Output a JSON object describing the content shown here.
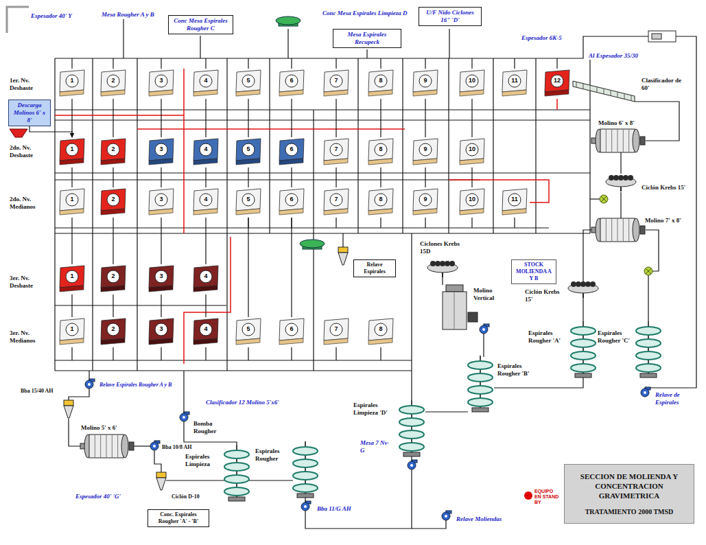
{
  "diagram": {
    "nodes": [
      {
        "text": [
          "Conc Mesa Espirales Rougher C"
        ]
      },
      {
        "text": [
          "Mesa Espirales Recupeck"
        ]
      },
      {
        "text": [
          "U/F Nido Ciclones 16\" 'D'"
        ]
      },
      {
        "text": [
          "1"
        ]
      },
      {
        "text": [
          "2"
        ]
      },
      {
        "text": [
          "3"
        ]
      },
      {
        "text": [
          "4"
        ]
      },
      {
        "text": [
          "5"
        ]
      },
      {
        "text": [
          "6"
        ]
      },
      {
        "text": [
          "7"
        ]
      },
      {
        "text": [
          "8"
        ]
      },
      {
        "text": [
          "9"
        ]
      },
      {
        "text": [
          "10"
        ]
      },
      {
        "text": [
          "11"
        ]
      },
      {
        "text": [
          "12"
        ]
      },
      {
        "text": [
          "Descarga Molinos 6' x 8'"
        ]
      },
      {
        "text": [
          "1"
        ]
      },
      {
        "text": [
          "2"
        ]
      },
      {
        "text": [
          "3"
        ]
      },
      {
        "text": [
          "4"
        ]
      },
      {
        "text": [
          "5"
        ]
      },
      {
        "text": [
          "6"
        ]
      },
      {
        "text": [
          "7"
        ]
      },
      {
        "text": [
          "8"
        ]
      },
      {
        "text": [
          "9"
        ]
      },
      {
        "text": [
          "10"
        ]
      },
      {
        "text": [
          "1"
        ]
      },
      {
        "text": [
          "2"
        ]
      },
      {
        "text": [
          "3"
        ]
      },
      {
        "text": [
          "4"
        ]
      },
      {
        "text": [
          "5"
        ]
      },
      {
        "text": [
          "6"
        ]
      },
      {
        "text": [
          "7"
        ]
      },
      {
        "text": [
          "8"
        ]
      },
      {
        "text": [
          "9"
        ]
      },
      {
        "text": [
          "10"
        ]
      },
      {
        "text": [
          "11"
        ]
      },
      {
        "text": [
          "1"
        ]
      },
      {
        "text": [
          "2"
        ]
      },
      {
        "text": [
          "3"
        ]
      },
      {
        "text": [
          "4"
        ]
      },
      {
        "text": [
          "Relave Espirales"
        ]
      },
      {
        "text": [
          "1"
        ]
      },
      {
        "text": [
          "2"
        ]
      },
      {
        "text": [
          "3"
        ]
      },
      {
        "text": [
          "4"
        ]
      },
      {
        "text": [
          "5"
        ]
      },
      {
        "text": [
          "6"
        ]
      },
      {
        "text": [
          "7"
        ]
      },
      {
        "text": [
          "8"
        ]
      },
      {
        "text": [
          "STOCK MOLIENDA A Y B"
        ]
      },
      {
        "text": [
          "Conc. Espirales Rougher 'A' - 'B'"
        ]
      },
      {
        "text": [
          "SECCION DE MOLIENDA Y CONCENTRACION GRAVIMETRICA",
          "TRATAMIENTO 2000 TMSD"
        ]
      }
    ],
    "edges": [
      {
        "from": 3,
        "to": 16,
        "arrow": "none"
      },
      {
        "from": 4,
        "to": 17,
        "arrow": "none"
      },
      {
        "from": 5,
        "to": 18,
        "arrow": "none"
      },
      {
        "from": 6,
        "to": 19,
        "arrow": "none"
      },
      {
        "from": 7,
        "to": 20,
        "arrow": "none"
      },
      {
        "from": 8,
        "to": 21,
        "arrow": "none"
      },
      {
        "from": 9,
        "to": 22,
        "arrow": "none"
      },
      {
        "from": 10,
        "to": 23,
        "arrow": "none"
      },
      {
        "from": 11,
        "to": 24,
        "arrow": "none"
      },
      {
        "from": 12,
        "to": 25,
        "arrow": "none"
      },
      {
        "from": 16,
        "to": 26,
        "arrow": "none"
      },
      {
        "from": 17,
        "to": 27,
        "arrow": "none"
      },
      {
        "from": 18,
        "to": 28,
        "arrow": "none"
      },
      {
        "from": 19,
        "to": 29,
        "arrow": "none"
      },
      {
        "from": 20,
        "to": 30,
        "arrow": "none"
      },
      {
        "from": 21,
        "to": 31,
        "arrow": "none"
      },
      {
        "from": 22,
        "to": 32,
        "arrow": "none"
      },
      {
        "from": 23,
        "to": 33,
        "arrow": "none"
      },
      {
        "from": 24,
        "to": 34,
        "arrow": "none"
      },
      {
        "from": 25,
        "to": 35,
        "arrow": "none"
      },
      {
        "from": 26,
        "to": 37,
        "arrow": "none"
      },
      {
        "from": 27,
        "to": 38,
        "arrow": "none"
      },
      {
        "from": 28,
        "to": 39,
        "arrow": "none"
      },
      {
        "from": 29,
        "to": 40,
        "arrow": "none"
      },
      {
        "from": 37,
        "to": 42,
        "arrow": "none"
      },
      {
        "from": 38,
        "to": 43,
        "arrow": "none"
      },
      {
        "from": 39,
        "to": 44,
        "arrow": "none"
      },
      {
        "from": 40,
        "to": 45,
        "arrow": "none"
      },
      {
        "from": 30,
        "to": 46,
        "arrow": "none"
      },
      {
        "from": 31,
        "to": 47,
        "arrow": "none"
      },
      {
        "from": 15,
        "to": 16,
        "arrow": "to"
      }
    ],
    "labels": [
      "Espesador 40' Y",
      "Mesa Rougher A y B",
      "Conc Mesa Espirales Limpieza D",
      "Espesador 6K-5",
      "Al Espesador 35/30",
      "1er. Nv. Desbaste",
      "Clasificador de 60'",
      "Molino 6' x 8'",
      "2do. Nv. Desbaste",
      "Ciclón Krebs 15'",
      "2do. Nv. Medianos",
      "Molino 7' x 8'",
      "Ciclones Krebs 15D",
      "3er. Nv. Desbaste",
      "Ciclón Krebs 15'",
      "Molino Vertical",
      "3er. Nv. Medianos",
      "Espirales Rougher 'A'",
      "Espirales Rougher 'C'",
      "Espirales Rougher 'B'",
      "Bba 15/40 AH",
      "Relave Espirales Rougher A y B",
      "Relave de Espirales",
      "Clasificador 12 Molino 5'x6'",
      "Espirales Limpieza 'D'",
      "Molino 5' x 6'",
      "Bomba Rougher",
      "Bba 10/8 AH",
      "Mesa 7 Nv-G",
      "Espirales Limpieza",
      "Espirales Rougher",
      "Ciclón D-10",
      "Espesador 40' 'G'",
      "Bba 11/G AH",
      "Relave Moliendas"
    ],
    "legend": [
      {
        "text": "EQUIPO EN STAND BY",
        "color": "#e00000"
      }
    ]
  }
}
